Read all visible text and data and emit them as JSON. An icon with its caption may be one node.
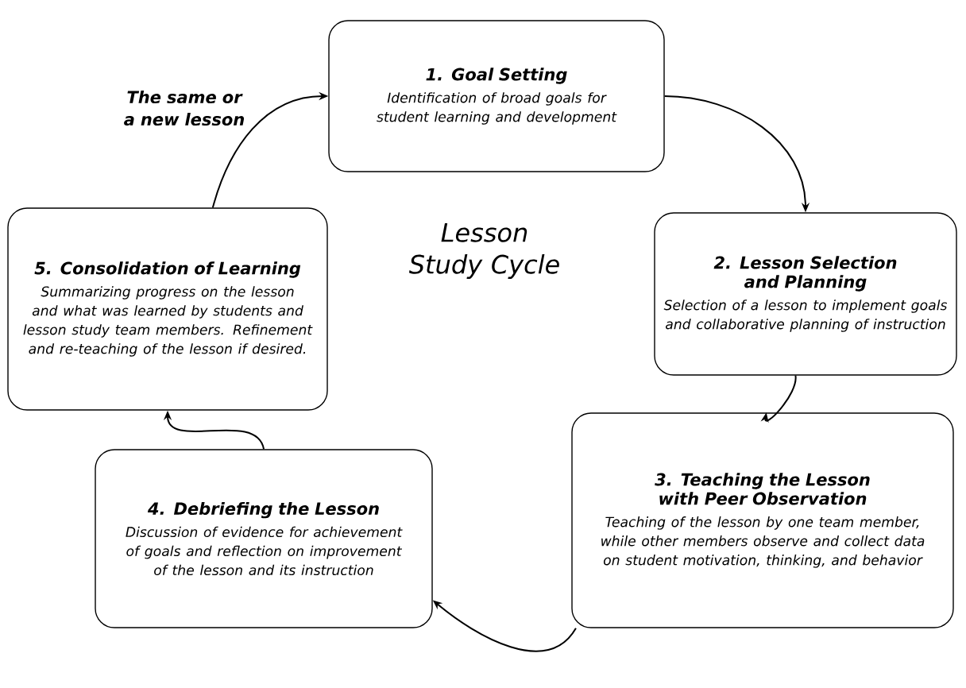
{
  "diagram": {
    "nodes": [
      {
        "text": [
          "1. Goal Setting",
          "Identification of broad goals for student learning and development"
        ]
      },
      {
        "text": [
          "2. Lesson Selection and Planning",
          "Selection of a lesson to implement goals and collaborative planning of instruction"
        ]
      },
      {
        "text": [
          "3. Teaching the Lesson with Peer Observation",
          "Teaching of the lesson by one team member, while other members observe and collect data on student motivation, thinking, and behavior"
        ]
      },
      {
        "text": [
          "4. Debriefing the Lesson",
          "Discussion of evidence for achievement of goals and reflection on improvement of the lesson and its instruction"
        ]
      },
      {
        "text": [
          "5. Consolidation of Learning",
          "Summarizing progress on the lesson and what was learned by students and lesson study team members. Refinement and re-teaching of the lesson if desired."
        ]
      }
    ],
    "edges": [
      {
        "from": 4,
        "to": 0,
        "arrow": "to",
        "label": "The same or a new lesson"
      },
      {
        "from": 0,
        "to": 1,
        "arrow": "to"
      },
      {
        "from": 1,
        "to": 2,
        "arrow": "to"
      },
      {
        "from": 2,
        "to": 3,
        "arrow": "to"
      },
      {
        "from": 3,
        "to": 4,
        "arrow": "to"
      }
    ],
    "labels": [
      "Lesson Study Cycle"
    ]
  }
}
